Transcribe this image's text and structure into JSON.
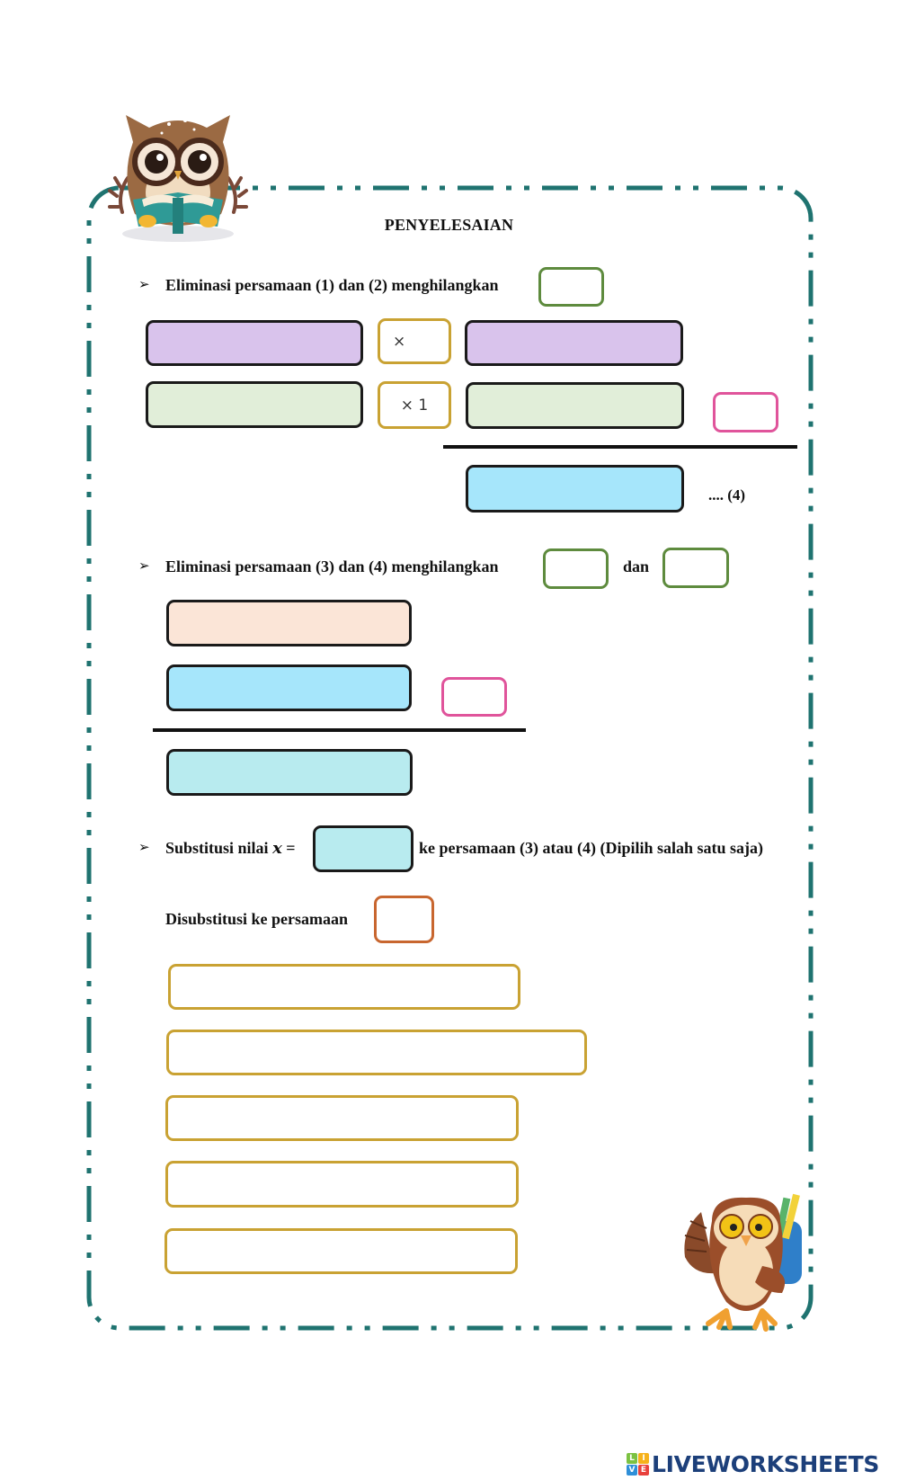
{
  "worksheet": {
    "title": "PENYELESAIAN",
    "bullet_glyph": "➢",
    "frame_color": "#1f7370",
    "section1": {
      "heading": "Eliminasi persamaan (1) dan (2) menghilangkan",
      "multiplier_top": "×",
      "multiplier_bottom": "× 1",
      "result_label": ".... (4)"
    },
    "section2": {
      "heading": "Eliminasi persamaan (3) dan (4) menghilangkan",
      "conjunction": "dan"
    },
    "section3": {
      "heading_before": "Substitusi nilai",
      "variable": "x",
      "equals": "=",
      "heading_after": "ke persamaan (3) atau (4) (Dipilih salah satu saja)",
      "substituted_label": "Disubstitusi ke persamaan"
    },
    "illustrations": {
      "top_owl": "owl-reading-book-icon",
      "bottom_owl": "owl-with-backpack-icon"
    },
    "colors": {
      "purple_field": "#d9c3ec",
      "green_field": "#e1eed9",
      "blue_field": "#a6e6fb",
      "peach_field": "#fbe5d7",
      "cyan_field": "#b8ebef",
      "gold_border": "#c9a233",
      "green_border": "#5e8b3e",
      "pink_border": "#e0549b",
      "orange_border": "#c8662f"
    }
  },
  "branding": {
    "logo_letters": [
      "L",
      "I",
      "V",
      "E"
    ],
    "logo_text": "LIVEWORKSHEETS"
  }
}
